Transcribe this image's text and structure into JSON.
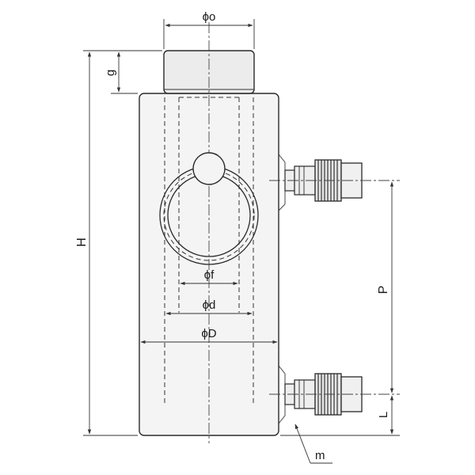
{
  "labels": {
    "o": "ϕo",
    "g": "g",
    "H": "H",
    "f": "ϕf",
    "d": "ϕd",
    "D": "ϕD",
    "P": "P",
    "L": "L",
    "m": "m"
  }
}
